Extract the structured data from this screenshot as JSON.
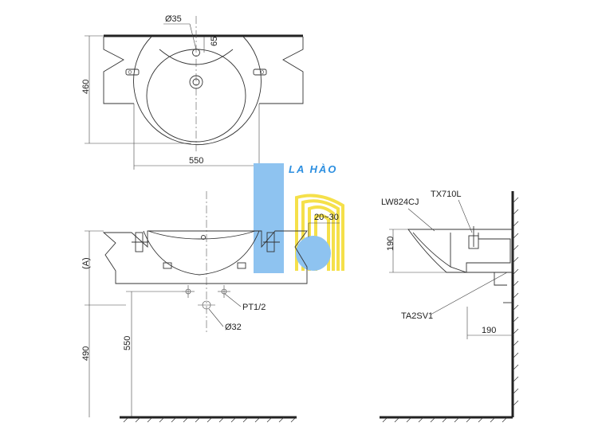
{
  "logo": {
    "text": "LA HÀO",
    "colors": {
      "blue": "#2d8fe0",
      "light_blue": "#8ec3f0",
      "yellow": "#f5e04a"
    }
  },
  "top_view": {
    "dim_hole_diameter": "Ø35",
    "dim_hole_offset": "65",
    "dim_depth": "460",
    "dim_width": "550"
  },
  "front_view": {
    "dim_gap": "20~30",
    "dim_mount_height_label": "(A)",
    "dim_drain_thread": "PT1/2",
    "dim_drain_diameter": "Ø32",
    "dim_drain_height": "490",
    "dim_rim_height": "550"
  },
  "side_view": {
    "part_basin": "LW824CJ",
    "part_bracket": "TX710L",
    "part_trap": "TA2SV1",
    "dim_height": "190",
    "dim_projection": "190"
  }
}
